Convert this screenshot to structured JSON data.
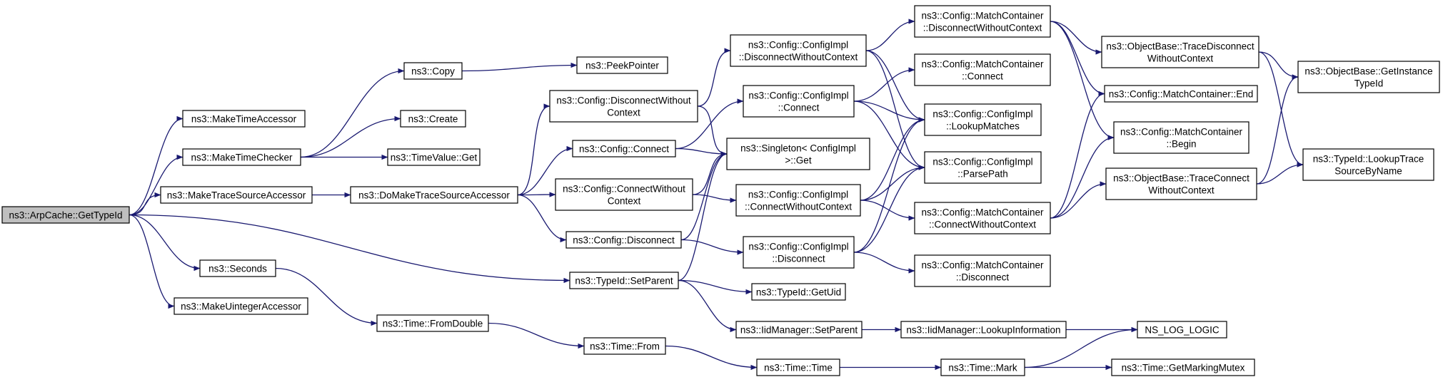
{
  "graph": {
    "edge_color": "#191970",
    "root_fill": "#bfbfbf",
    "nodes": [
      {
        "id": "arpcache",
        "lines": [
          "ns3::ArpCache::GetTypeId"
        ],
        "root": true
      },
      {
        "id": "maketimeaccessor",
        "lines": [
          "ns3::MakeTimeAccessor"
        ]
      },
      {
        "id": "maketimechecker",
        "lines": [
          "ns3::MakeTimeChecker"
        ]
      },
      {
        "id": "maketracesourceaccessor",
        "lines": [
          "ns3::MakeTraceSourceAccessor"
        ]
      },
      {
        "id": "seconds",
        "lines": [
          "ns3::Seconds"
        ]
      },
      {
        "id": "makeuintegeraccessor",
        "lines": [
          "ns3::MakeUintegerAccessor"
        ]
      },
      {
        "id": "copy",
        "lines": [
          "ns3::Copy"
        ]
      },
      {
        "id": "create",
        "lines": [
          "ns3::Create"
        ]
      },
      {
        "id": "timevalueget",
        "lines": [
          "ns3::TimeValue::Get"
        ]
      },
      {
        "id": "domaketracesourceaccessor",
        "lines": [
          "ns3::DoMakeTraceSourceAccessor"
        ]
      },
      {
        "id": "peekpointer",
        "lines": [
          "ns3::PeekPointer"
        ]
      },
      {
        "id": "configdisconnectwithoutcontext",
        "lines": [
          "ns3::Config::DisconnectWithout",
          "Context"
        ]
      },
      {
        "id": "configconnect",
        "lines": [
          "ns3::Config::Connect"
        ]
      },
      {
        "id": "configconnectwithoutcontext",
        "lines": [
          "ns3::Config::ConnectWithout",
          "Context"
        ]
      },
      {
        "id": "configdisconnect",
        "lines": [
          "ns3::Config::Disconnect"
        ]
      },
      {
        "id": "typeidsetparent",
        "lines": [
          "ns3::TypeId::SetParent"
        ]
      },
      {
        "id": "timefromdouble",
        "lines": [
          "ns3::Time::FromDouble"
        ]
      },
      {
        "id": "timefrom",
        "lines": [
          "ns3::Time::From"
        ]
      },
      {
        "id": "implDisconnectWithoutContext",
        "lines": [
          "ns3::Config::ConfigImpl",
          "::DisconnectWithoutContext"
        ]
      },
      {
        "id": "implConnect",
        "lines": [
          "ns3::Config::ConfigImpl",
          "::Connect"
        ]
      },
      {
        "id": "singletonget",
        "lines": [
          "ns3::Singleton< ConfigImpl",
          ">::Get"
        ]
      },
      {
        "id": "implConnectWithoutContext",
        "lines": [
          "ns3::Config::ConfigImpl",
          "::ConnectWithoutContext"
        ]
      },
      {
        "id": "implDisconnect",
        "lines": [
          "ns3::Config::ConfigImpl",
          "::Disconnect"
        ]
      },
      {
        "id": "typeidgetuid",
        "lines": [
          "ns3::TypeId::GetUid"
        ]
      },
      {
        "id": "iidmanagersetparent",
        "lines": [
          "ns3::IidManager::SetParent"
        ]
      },
      {
        "id": "timetime",
        "lines": [
          "ns3::Time::Time"
        ]
      },
      {
        "id": "mcDisconnectWithoutContext",
        "lines": [
          "ns3::Config::MatchContainer",
          "::DisconnectWithoutContext"
        ]
      },
      {
        "id": "mcConnect",
        "lines": [
          "ns3::Config::MatchContainer",
          "::Connect"
        ]
      },
      {
        "id": "implLookupMatches",
        "lines": [
          "ns3::Config::ConfigImpl",
          "::LookupMatches"
        ]
      },
      {
        "id": "implParsePath",
        "lines": [
          "ns3::Config::ConfigImpl",
          "::ParsePath"
        ]
      },
      {
        "id": "mcConnectWithoutContext",
        "lines": [
          "ns3::Config::MatchContainer",
          "::ConnectWithoutContext"
        ]
      },
      {
        "id": "mcDisconnect",
        "lines": [
          "ns3::Config::MatchContainer",
          "::Disconnect"
        ]
      },
      {
        "id": "iidmanagerlookupinformation",
        "lines": [
          "ns3::IidManager::LookupInformation"
        ]
      },
      {
        "id": "timemark",
        "lines": [
          "ns3::Time::Mark"
        ]
      },
      {
        "id": "obTraceDisconnectWithoutContext",
        "lines": [
          "ns3::ObjectBase::TraceDisconnect",
          "WithoutContext"
        ]
      },
      {
        "id": "mcEnd",
        "lines": [
          "ns3::Config::MatchContainer::End"
        ]
      },
      {
        "id": "mcBegin",
        "lines": [
          "ns3::Config::MatchContainer",
          "::Begin"
        ]
      },
      {
        "id": "obTraceConnectWithoutContext",
        "lines": [
          "ns3::ObjectBase::TraceConnect",
          "WithoutContext"
        ]
      },
      {
        "id": "nsloglogic",
        "lines": [
          "NS_LOG_LOGIC"
        ]
      },
      {
        "id": "timegetmarkingmutex",
        "lines": [
          "ns3::Time::GetMarkingMutex"
        ]
      },
      {
        "id": "obGetInstanceTypeId",
        "lines": [
          "ns3::ObjectBase::GetInstance",
          "TypeId"
        ]
      },
      {
        "id": "typeidLookupTraceSourceByName",
        "lines": [
          "ns3::TypeId::LookupTrace",
          "SourceByName"
        ]
      }
    ],
    "edges": [
      [
        "arpcache",
        "maketimeaccessor"
      ],
      [
        "arpcache",
        "maketimechecker"
      ],
      [
        "arpcache",
        "maketracesourceaccessor"
      ],
      [
        "arpcache",
        "seconds"
      ],
      [
        "arpcache",
        "makeuintegeraccessor"
      ],
      [
        "arpcache",
        "typeidsetparent"
      ],
      [
        "maketimechecker",
        "copy"
      ],
      [
        "maketimechecker",
        "create"
      ],
      [
        "maketimechecker",
        "timevalueget"
      ],
      [
        "copy",
        "peekpointer"
      ],
      [
        "maketracesourceaccessor",
        "domaketracesourceaccessor"
      ],
      [
        "domaketracesourceaccessor",
        "configdisconnectwithoutcontext"
      ],
      [
        "domaketracesourceaccessor",
        "configconnect"
      ],
      [
        "domaketracesourceaccessor",
        "configconnectwithoutcontext"
      ],
      [
        "domaketracesourceaccessor",
        "configdisconnect"
      ],
      [
        "seconds",
        "timefromdouble"
      ],
      [
        "timefromdouble",
        "timefrom"
      ],
      [
        "timefrom",
        "timetime"
      ],
      [
        "timetime",
        "timemark"
      ],
      [
        "timemark",
        "nsloglogic"
      ],
      [
        "timemark",
        "timegetmarkingmutex"
      ],
      [
        "configdisconnectwithoutcontext",
        "implDisconnectWithoutContext"
      ],
      [
        "configdisconnectwithoutcontext",
        "singletonget"
      ],
      [
        "configconnect",
        "implConnect"
      ],
      [
        "configconnect",
        "singletonget"
      ],
      [
        "configconnectwithoutcontext",
        "singletonget"
      ],
      [
        "configconnectwithoutcontext",
        "implConnectWithoutContext"
      ],
      [
        "configdisconnect",
        "singletonget"
      ],
      [
        "configdisconnect",
        "implDisconnect"
      ],
      [
        "typeidsetparent",
        "singletonget"
      ],
      [
        "typeidsetparent",
        "typeidgetuid"
      ],
      [
        "typeidsetparent",
        "iidmanagersetparent"
      ],
      [
        "iidmanagersetparent",
        "iidmanagerlookupinformation"
      ],
      [
        "iidmanagerlookupinformation",
        "nsloglogic"
      ],
      [
        "implDisconnectWithoutContext",
        "mcDisconnectWithoutContext"
      ],
      [
        "implDisconnectWithoutContext",
        "implLookupMatches"
      ],
      [
        "implDisconnectWithoutContext",
        "implParsePath"
      ],
      [
        "implConnect",
        "mcConnect"
      ],
      [
        "implConnect",
        "implLookupMatches"
      ],
      [
        "implConnect",
        "implParsePath"
      ],
      [
        "implConnectWithoutContext",
        "implLookupMatches"
      ],
      [
        "implConnectWithoutContext",
        "implParsePath"
      ],
      [
        "implConnectWithoutContext",
        "mcConnectWithoutContext"
      ],
      [
        "implDisconnect",
        "implLookupMatches"
      ],
      [
        "implDisconnect",
        "implParsePath"
      ],
      [
        "implDisconnect",
        "mcDisconnect"
      ],
      [
        "mcDisconnectWithoutContext",
        "obTraceDisconnectWithoutContext"
      ],
      [
        "mcDisconnectWithoutContext",
        "mcEnd"
      ],
      [
        "mcDisconnectWithoutContext",
        "mcBegin"
      ],
      [
        "mcConnectWithoutContext",
        "mcEnd"
      ],
      [
        "mcConnectWithoutContext",
        "mcBegin"
      ],
      [
        "mcConnectWithoutContext",
        "obTraceConnectWithoutContext"
      ],
      [
        "obTraceDisconnectWithoutContext",
        "obGetInstanceTypeId"
      ],
      [
        "obTraceDisconnectWithoutContext",
        "typeidLookupTraceSourceByName"
      ],
      [
        "obTraceConnectWithoutContext",
        "obGetInstanceTypeId"
      ],
      [
        "obTraceConnectWithoutContext",
        "typeidLookupTraceSourceByName"
      ]
    ]
  }
}
